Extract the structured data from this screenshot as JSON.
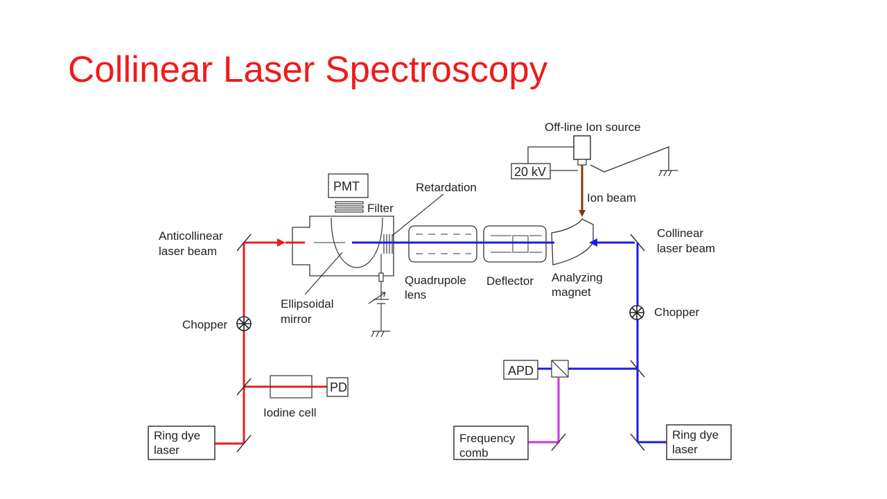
{
  "title": "Collinear Laser Spectroscopy",
  "labels": {
    "offline_ion_source": "Off-line Ion source",
    "voltage": "20 kV",
    "ion_beam": "Ion beam",
    "pmt": "PMT",
    "filter": "Filter",
    "retardation": "Retardation",
    "anticollinear_1": "Anticollinear",
    "anticollinear_2": "laser beam",
    "collinear_1": "Collinear",
    "collinear_2": "laser beam",
    "quadrupole_1": "Quadrupole",
    "quadrupole_2": "lens",
    "deflector": "Deflector",
    "analyzing_1": "Analyzing",
    "analyzing_2": "magnet",
    "ellipsoidal_1": "Ellipsoidal",
    "ellipsoidal_2": "mirror",
    "chopper_left": "Chopper",
    "chopper_right": "Chopper",
    "apd": "APD",
    "pd": "PD",
    "iodine_cell": "Iodine cell",
    "ring_dye_left_1": "Ring dye",
    "ring_dye_left_2": "laser",
    "freq_comb_1": "Frequency",
    "freq_comb_2": "comb",
    "ring_dye_right_1": "Ring dye",
    "ring_dye_right_2": "laser"
  },
  "colors": {
    "title": "#ee1c1c",
    "red_beam": "#ee1c1c",
    "blue_beam": "#1a1aee",
    "magenta_beam": "#cc33ee",
    "ion_beam": "#7a3b10",
    "line": "#333333"
  }
}
